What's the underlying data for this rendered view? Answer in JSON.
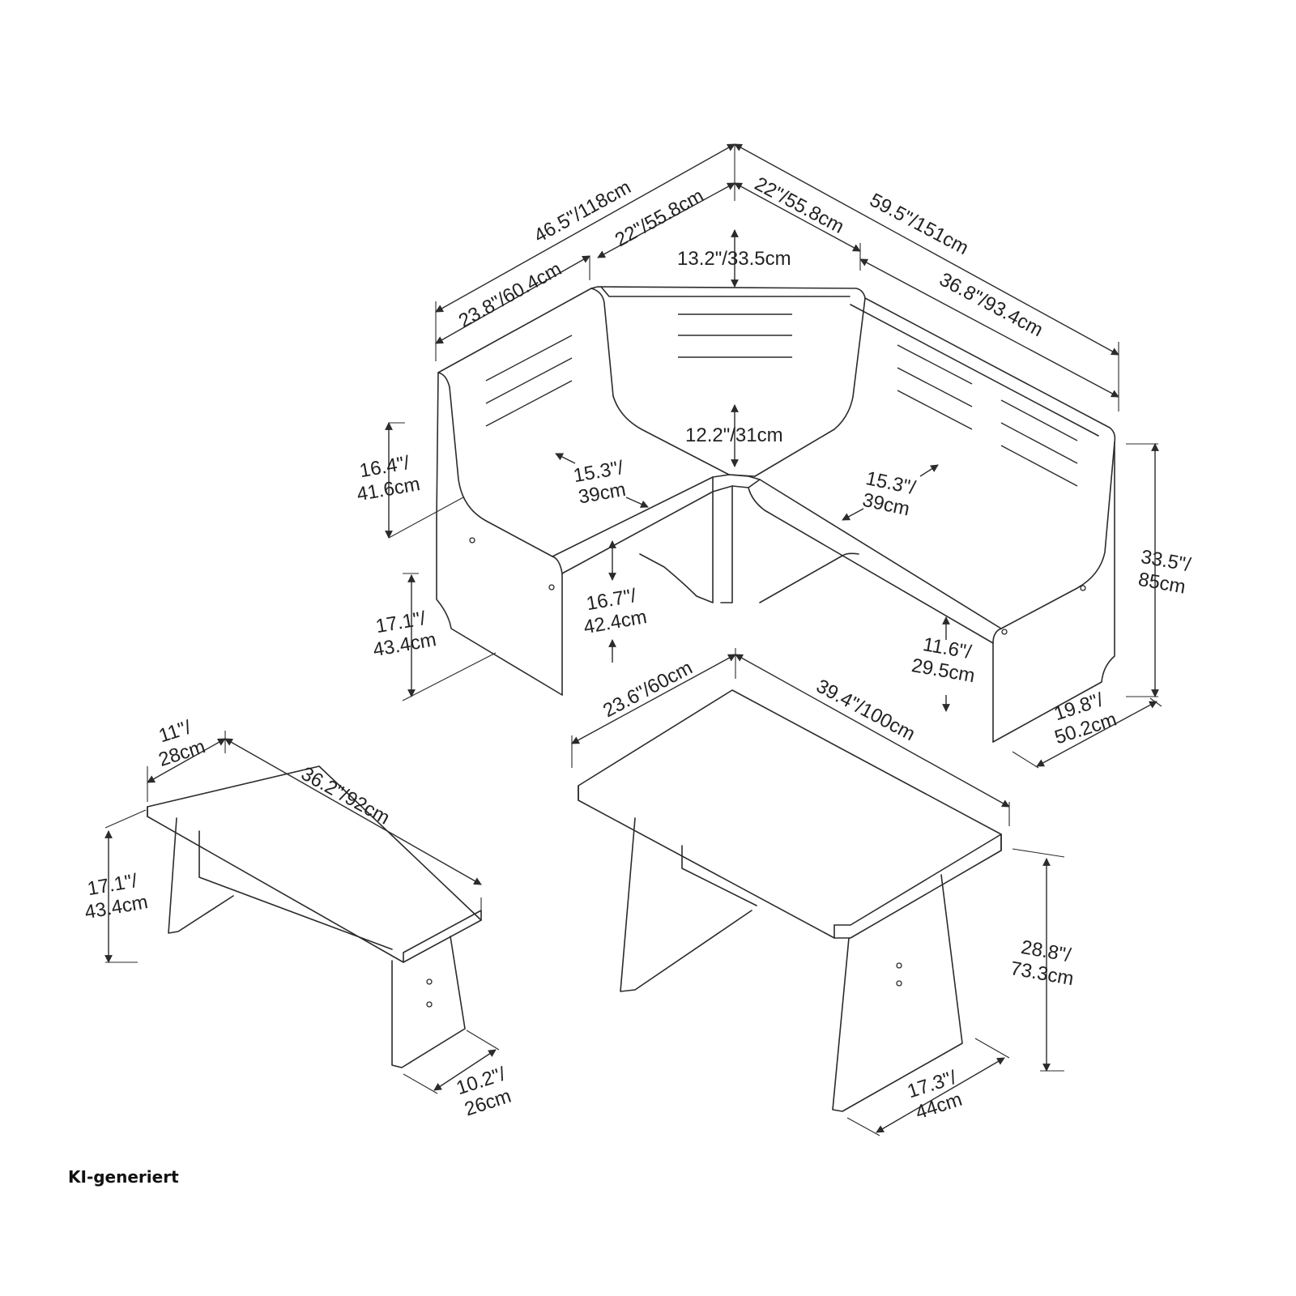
{
  "footer": {
    "note": "KI-generiert"
  },
  "corner_bench": {
    "dims": {
      "total_left": "46.5\"/118cm",
      "total_right": "59.5\"/151cm",
      "corner_left": "22\"/55.8cm",
      "corner_right": "22\"/55.8cm",
      "left_back": "23.8\"/60.4cm",
      "right_back": "36.8\"/93.4cm",
      "corner_back_depth": "13.2\"/33.5cm",
      "corner_seat_depth": "12.2\"/31cm",
      "left_seat_depth": [
        "15.3\"/",
        "39cm"
      ],
      "right_seat_depth": [
        "15.3\"/",
        "39cm"
      ],
      "back_height": [
        "16.4\"/",
        "41.6cm"
      ],
      "seat_height": [
        "17.1\"/",
        "43.4cm"
      ],
      "storage_height": [
        "16.7\"/",
        "42.4cm"
      ],
      "side_height": [
        "11.6\"/",
        "29.5cm"
      ],
      "total_height": [
        "33.5\"/",
        "85cm"
      ],
      "side_depth": [
        "19.8\"/",
        "50.2cm"
      ]
    }
  },
  "bench": {
    "dims": {
      "depth": [
        "11\"/",
        "28cm"
      ],
      "length": "36.2\"/92cm",
      "height": [
        "17.1\"/",
        "43.4cm"
      ],
      "foot_depth": [
        "10.2\"/",
        "26cm"
      ]
    }
  },
  "table": {
    "dims": {
      "width": "23.6\"/60cm",
      "length": "39.4\"/100cm",
      "height": [
        "28.8\"/",
        "73.3cm"
      ],
      "foot_depth": [
        "17.3\"/",
        "44cm"
      ]
    }
  }
}
